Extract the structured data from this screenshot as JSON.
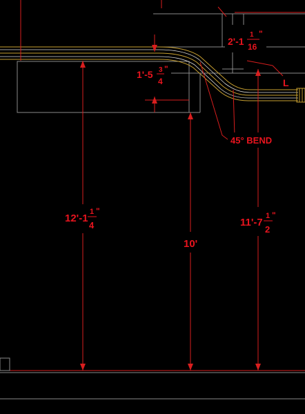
{
  "drawing": {
    "background": "#000000",
    "dimension_color": "#e8141e",
    "structure_color": "#8a8a8a",
    "pipe_color": "#c8a030",
    "dimensions": {
      "top_gap": {
        "whole": "2'-1",
        "num": "1",
        "den": "16",
        "unit": "\""
      },
      "pipe_drop": {
        "whole": "1'-5",
        "num": "3",
        "den": "4",
        "unit": "\""
      },
      "left_height": {
        "whole": "12'-1",
        "num": "1",
        "den": "4",
        "unit": "\""
      },
      "center_height": {
        "text": "10'"
      },
      "right_height": {
        "whole": "11'-7",
        "num": "1",
        "den": "2",
        "unit": "\""
      }
    },
    "labels": {
      "bend": "45° BEND",
      "corner_mark": "L"
    }
  }
}
